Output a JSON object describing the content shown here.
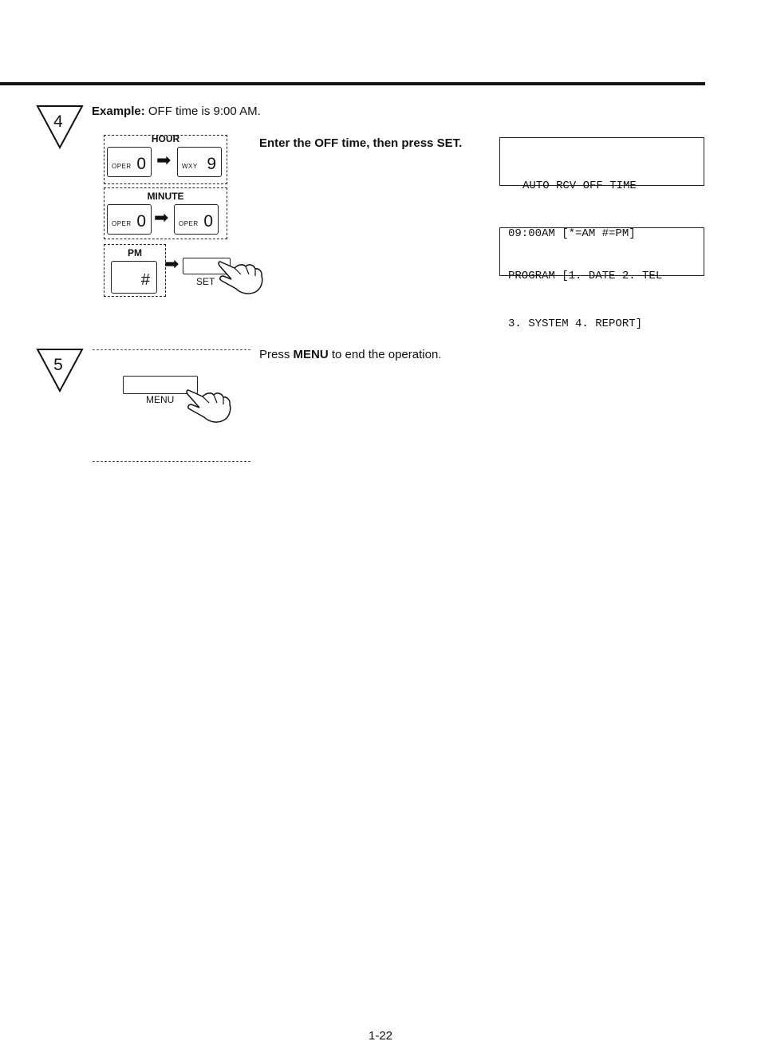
{
  "step4": {
    "number": "4",
    "example_label": "Example:",
    "example_text": "OFF time is 9:00 AM.",
    "hour_label": "HOUR",
    "minute_label": "MINUTE",
    "pm_label": "PM",
    "key_oper": "OPER",
    "key_wxy": "WXY",
    "digit_0": "0",
    "digit_9": "9",
    "key_hash": "#",
    "set_label": "SET",
    "instruction_pre": "Enter the ",
    "instruction_bold1": "OFF",
    "instruction_mid": " time, then press ",
    "instruction_bold2": "SET",
    "instruction_post": ".",
    "lcd1_line1": "AUTO RCV OFF TIME",
    "lcd1_line2": "09:00AM [*=AM #=PM]",
    "lcd2_line1": "PROGRAM [1. DATE 2. TEL",
    "lcd2_line2": "3. SYSTEM 4. REPORT]"
  },
  "step5": {
    "number": "5",
    "menu_label": "MENU",
    "instruction_pre": "Press ",
    "instruction_bold": "MENU",
    "instruction_post": " to end the operation."
  },
  "page_number": "1-22",
  "icons": [
    "arrow-right-icon",
    "pointing-hand-icon",
    "step-triangle-icon"
  ]
}
